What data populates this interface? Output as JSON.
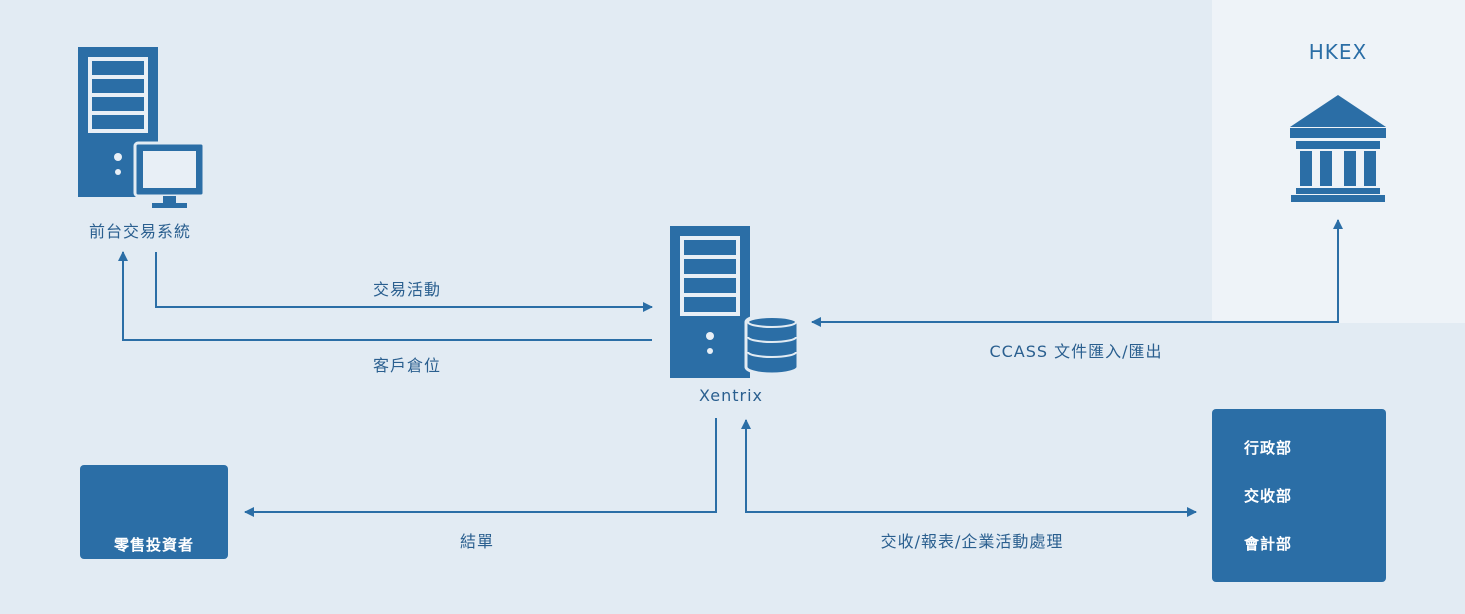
{
  "hkex": {
    "title": "HKEX"
  },
  "nodes": {
    "front_office": "前台交易系統",
    "xentrix": "Xentrix",
    "retail_investor": "零售投資者"
  },
  "departments": [
    "行政部",
    "交收部",
    "會計部"
  ],
  "flows": {
    "trading_activity": "交易活動",
    "client_positions": "客戶倉位",
    "ccass": "CCASS 文件匯入/匯出",
    "statements": "結單",
    "settlement": "交收/報表/企業活動處理"
  },
  "colors": {
    "primary": "#2b6ea6",
    "background": "#e2ebf3",
    "panel": "#eef3f8"
  }
}
